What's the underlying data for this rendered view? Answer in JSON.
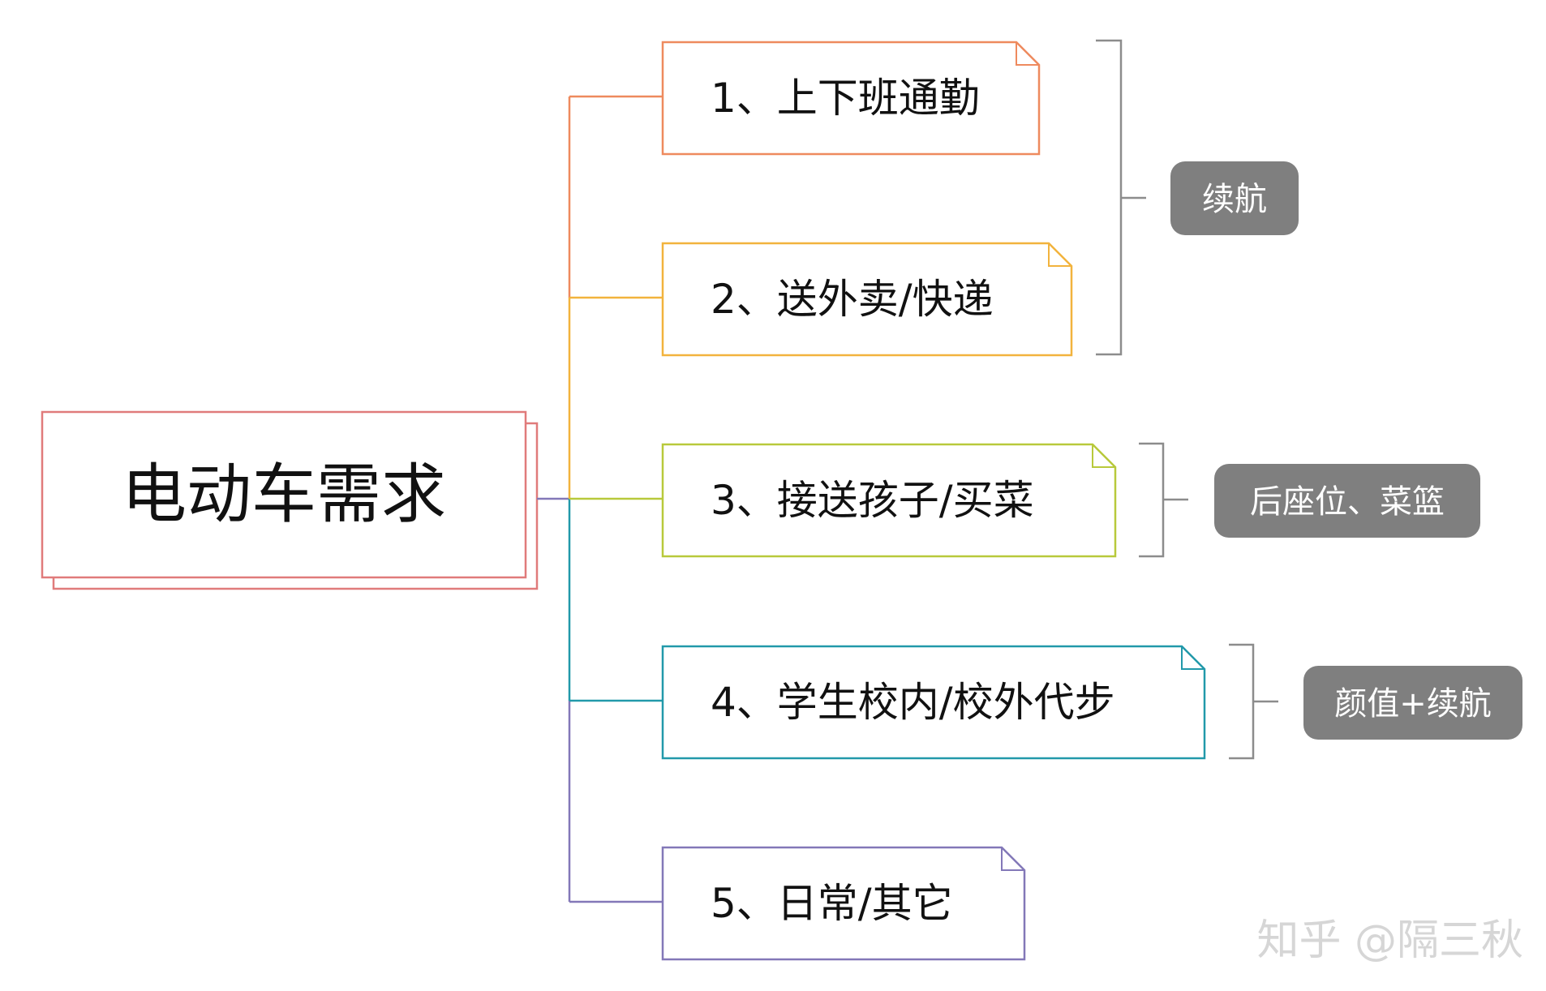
{
  "root": {
    "label": "电动车需求",
    "border_color": "#E07B7B"
  },
  "items": [
    {
      "label": "1、上下班通勤",
      "color": "#EE8A5E"
    },
    {
      "label": "2、送外卖/快递",
      "color": "#F2B33D"
    },
    {
      "label": "3、接送孩子/买菜",
      "color": "#B8C93B"
    },
    {
      "label": "4、学生校内/校外代步",
      "color": "#2299AA"
    },
    {
      "label": "5、日常/其它",
      "color": "#8378B8"
    }
  ],
  "tags": [
    {
      "label": "续航",
      "applies_to": [
        "1、上下班通勤",
        "2、送外卖/快递"
      ]
    },
    {
      "label": "后座位、菜篮",
      "applies_to": [
        "3、接送孩子/买菜"
      ]
    },
    {
      "label": "颜值+续航",
      "applies_to": [
        "4、学生校内/校外代步"
      ]
    }
  ],
  "colors": {
    "tag_fill": "#7F7F7F",
    "bracket": "#8C8C8C",
    "root_connector": "#8378B8"
  },
  "watermark": "知乎 @隔三秋"
}
